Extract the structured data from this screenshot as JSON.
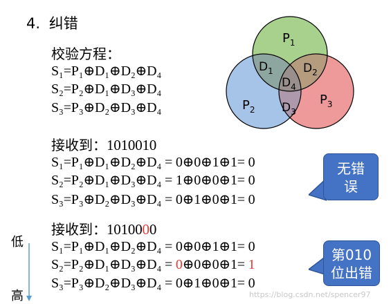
{
  "heading": {
    "number": "4.",
    "title": "纠错"
  },
  "check_equations": {
    "title": "校验方程：",
    "lines": [
      "S₁=P₁⊕D₁⊕D₂⊕D₄",
      "S₂=P₂⊕D₁⊕D₃⊕D₄",
      "S₃=P₃⊕D₂⊕D₃⊕D₄"
    ]
  },
  "venn": {
    "sets": [
      "P1",
      "P2",
      "P3"
    ],
    "regions": [
      "D1",
      "D2",
      "D3",
      "D4"
    ],
    "colors": {
      "P1": "#a9d18e",
      "P2": "#a6c3e8",
      "P3": "#ef9a9a",
      "outline": "#000000"
    }
  },
  "case1": {
    "received_label": "接收到：",
    "received_value": "1010010",
    "lines": [
      {
        "formula": "S₁=P₁⊕D₁⊕D₂⊕D₄ = ",
        "calc": "0⊕0⊕1⊕1",
        "result": "= 0"
      },
      {
        "formula": "S₂=P₂⊕D₁⊕D₃⊕D₄ = ",
        "calc": "1⊕0⊕0⊕1",
        "result": "= 0"
      },
      {
        "formula": "S₃=P₃⊕D₂⊕D₃⊕D₄ = ",
        "calc": "0⊕1⊕0⊕1",
        "result": "= 0"
      }
    ],
    "callout": [
      "无错",
      "误"
    ]
  },
  "case2": {
    "received_label": "接收到：",
    "received_prefix": "10100",
    "received_error": "0",
    "received_suffix": "0",
    "lines": [
      {
        "formula": "S₁=P₁⊕D₁⊕D₂⊕D₄ = ",
        "calc_error": "",
        "calc": "0⊕0⊕1⊕1",
        "result_prefix": "= ",
        "result_value": "0"
      },
      {
        "formula": "S₂=P₂⊕D₁⊕D₃⊕D₄ = ",
        "calc_error": "0",
        "calc": "⊕0⊕0⊕1",
        "result_prefix": "= ",
        "result_value": "1"
      },
      {
        "formula": "S₃=P₃⊕D₂⊕D₃⊕D₄ = ",
        "calc_error": "",
        "calc": "0⊕1⊕0⊕1",
        "result_prefix": "= ",
        "result_value": "0"
      }
    ],
    "callout": [
      "第010",
      "位出错"
    ]
  },
  "axis": {
    "low": "低",
    "high": "高"
  },
  "watermark": "https://blog.csdn.net/spencer97"
}
